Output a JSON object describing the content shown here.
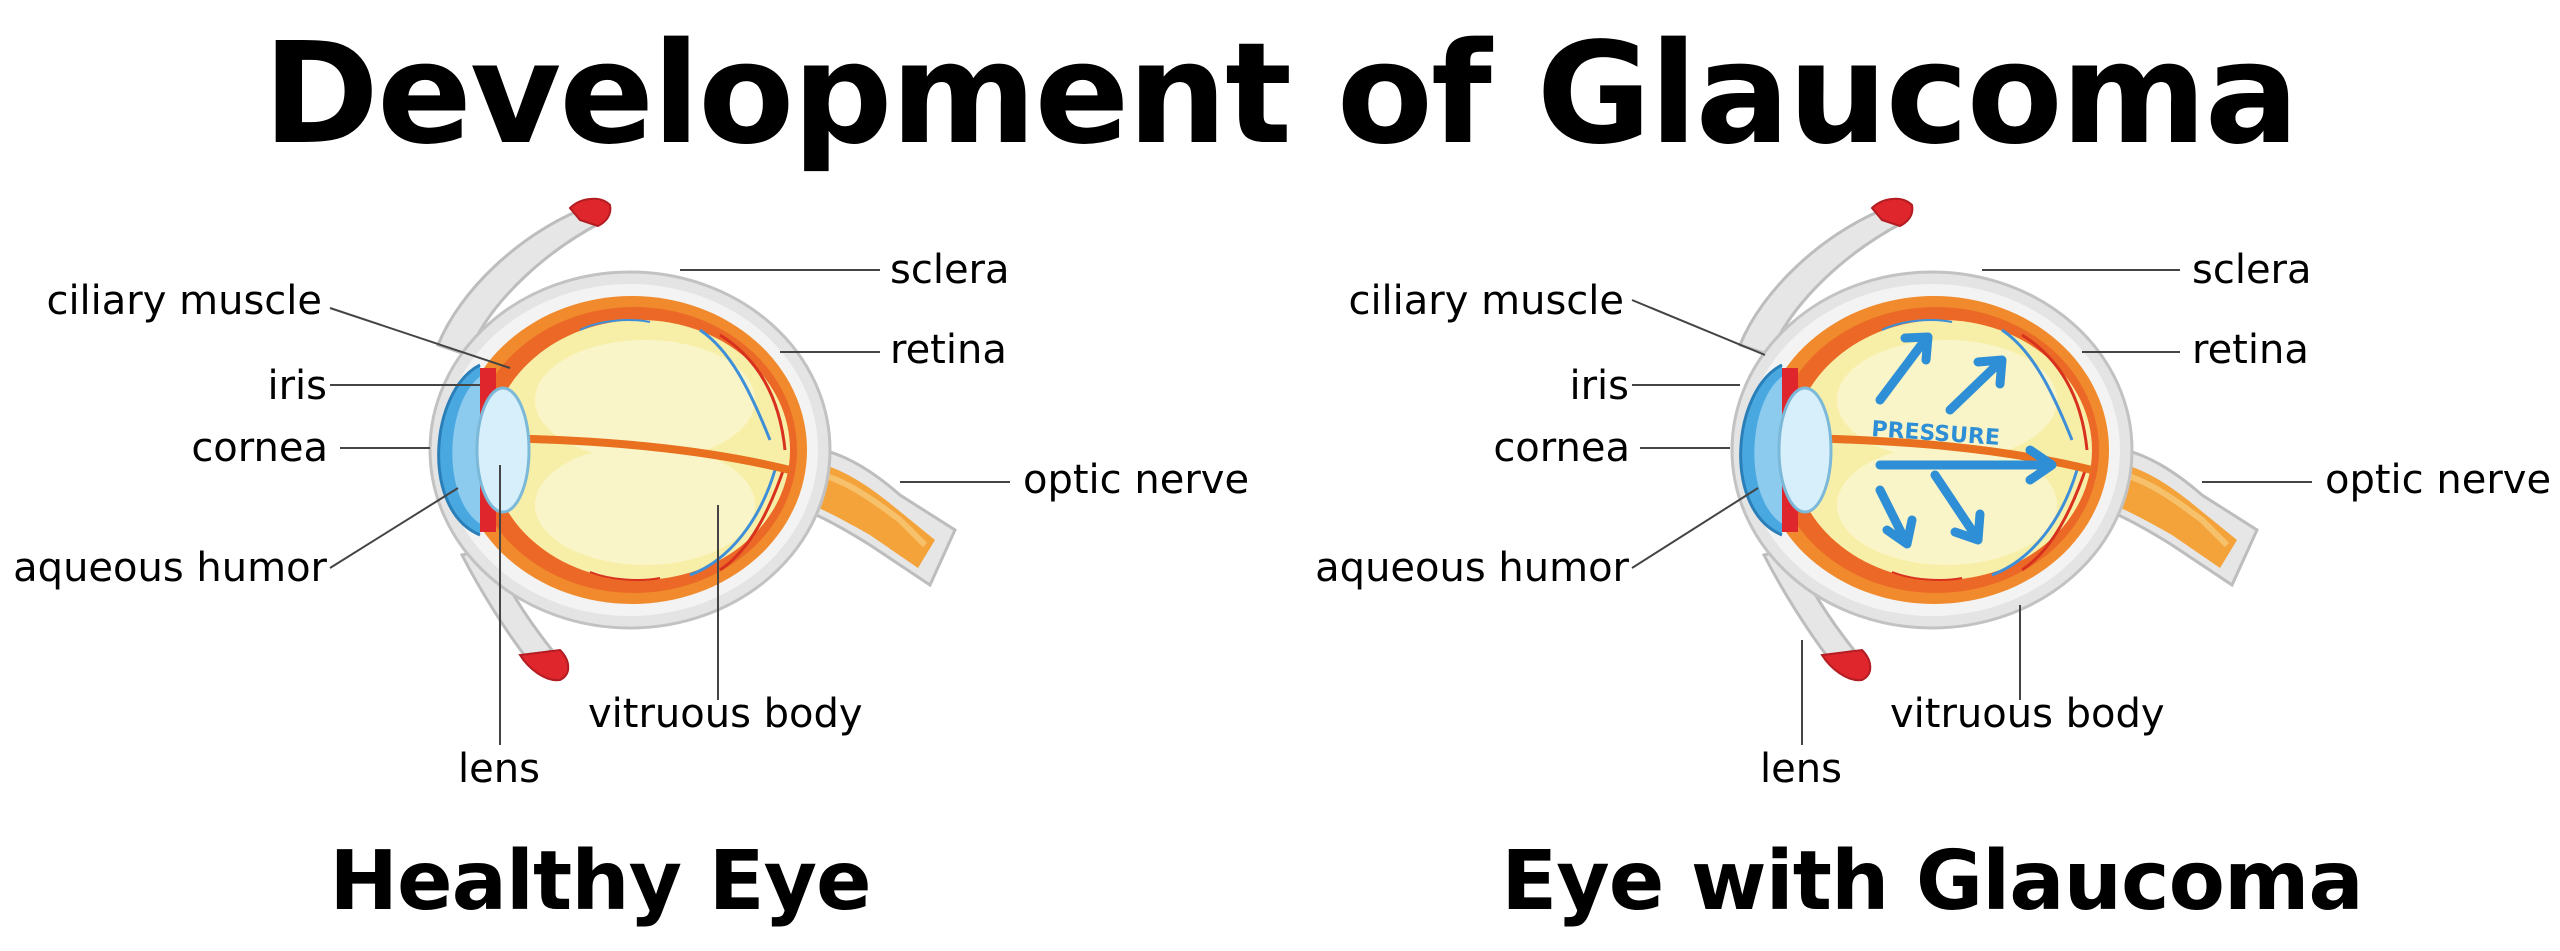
{
  "title": "Development of Glaucoma",
  "panels": {
    "healthy": {
      "caption": "Healthy Eye",
      "labels": {
        "ciliary_muscle": "ciliary muscle",
        "iris": "iris",
        "cornea": "cornea",
        "aqueous_humor": "aqueous humor",
        "lens": "lens",
        "sclera": "sclera",
        "retina": "retina",
        "optic_nerve": "optic nerve",
        "vitreous_body": "vitruous body"
      }
    },
    "glaucoma": {
      "caption": "Eye with Glaucoma",
      "pressure": "PRESSURE",
      "labels": {
        "ciliary_muscle": "ciliary muscle",
        "iris": "iris",
        "cornea": "cornea",
        "aqueous_humor": "aqueous humor",
        "lens": "lens",
        "sclera": "sclera",
        "retina": "retina",
        "optic_nerve": "optic nerve",
        "vitreous_body": "vitruous body"
      }
    }
  },
  "colors": {
    "sclera_outer": "#e4e4e4",
    "sclera_inner": "#f3f3f3",
    "choroid": "#f08a2c",
    "choroid_red": "#e0411f",
    "vitreous": "#f7efa8",
    "vitreous_light": "#faf5c8",
    "cornea_blue": "#4aa8e0",
    "lens": "#d6effa",
    "muscle_red": "#e0262d",
    "nerve_orange": "#f4a23a",
    "arrow_blue": "#2e8fd6"
  }
}
